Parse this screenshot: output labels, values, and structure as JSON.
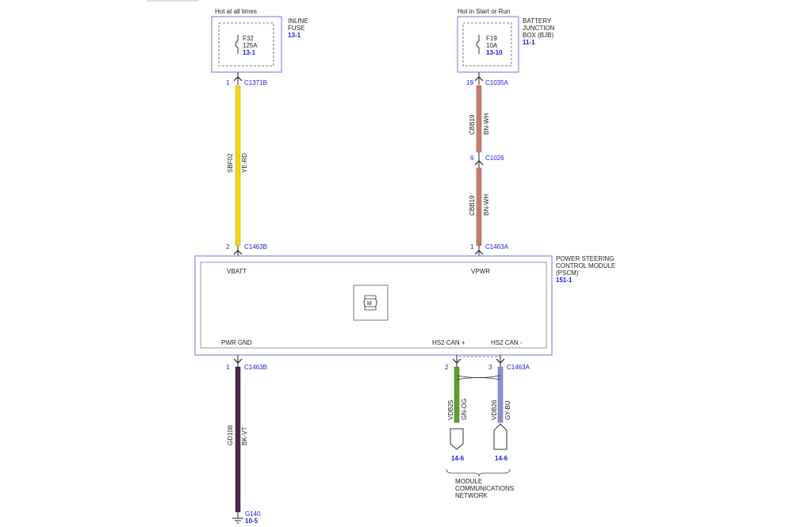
{
  "colors": {
    "box_border": "#8a8ae6",
    "ref_blue": "#1a1adb",
    "wire_ye_rd": "#f2d51c",
    "wire_bn_wh": "#c87b72",
    "wire_bk_vt": "#4a2a46",
    "wire_gn_og": "#5fa02a",
    "wire_gy_bu": "#8a8fd6"
  },
  "fuse_inline": {
    "hot_label": "Hot at all times",
    "name": "F32",
    "rating": "125A",
    "ref": "13-1",
    "box_label_1": "INLINE",
    "box_label_2": "FUSE",
    "box_ref": "13-1",
    "pin": "1",
    "connector": "C1371B"
  },
  "fuse_bjb": {
    "hot_label": "Hot in Start or Run",
    "name": "F19",
    "rating": "10A",
    "ref": "13-10",
    "box_label_1": "BATTERY",
    "box_label_2": "JUNCTION",
    "box_label_3": "BOX (BJB)",
    "box_ref": "11-1",
    "pin": "19",
    "connector": "C1035A"
  },
  "wire_sbf02": {
    "circuit": "SBF02",
    "color": "YE-RD"
  },
  "wire_cbb19_top": {
    "circuit": "CBB19",
    "color": "BN-WH"
  },
  "inline_connector": {
    "pin": "6",
    "connector": "C1026"
  },
  "wire_cbb19_bottom": {
    "circuit": "CBB19",
    "color": "BN-WH"
  },
  "pscm_top_left": {
    "pin": "2",
    "connector": "C1463B"
  },
  "pscm_top_right": {
    "pin": "1",
    "connector": "C1463A"
  },
  "pscm": {
    "label_1": "POWER STEERING",
    "label_2": "CONTROL MODULE",
    "label_3": "(PSCM)",
    "ref": "151-1",
    "vbatt": "VBATT",
    "vpwr": "VPWR",
    "pwr_gnd": "PWR GND",
    "can_plus": "HS2 CAN +",
    "can_minus": "HS2 CAN -",
    "motor_letter": "M"
  },
  "pscm_bottom_gnd": {
    "pin": "1",
    "connector": "C1463B"
  },
  "pscm_bottom_can_plus": {
    "pin": "2"
  },
  "pscm_bottom_can_minus": {
    "pin": "3",
    "connector": "C1463A"
  },
  "wire_gd108": {
    "circuit": "GD108",
    "color": "BK-VT"
  },
  "wire_vdb25": {
    "circuit": "VDB25",
    "color": "GN-OG",
    "ref": "14-6"
  },
  "wire_vdb26": {
    "circuit": "VDB26",
    "color": "GY-BU",
    "ref": "14-6"
  },
  "ground": {
    "name": "G140",
    "ref": "10-5"
  },
  "network": {
    "label_1": "MODULE",
    "label_2": "COMMUNICATIONS",
    "label_3": "NETWORK"
  }
}
